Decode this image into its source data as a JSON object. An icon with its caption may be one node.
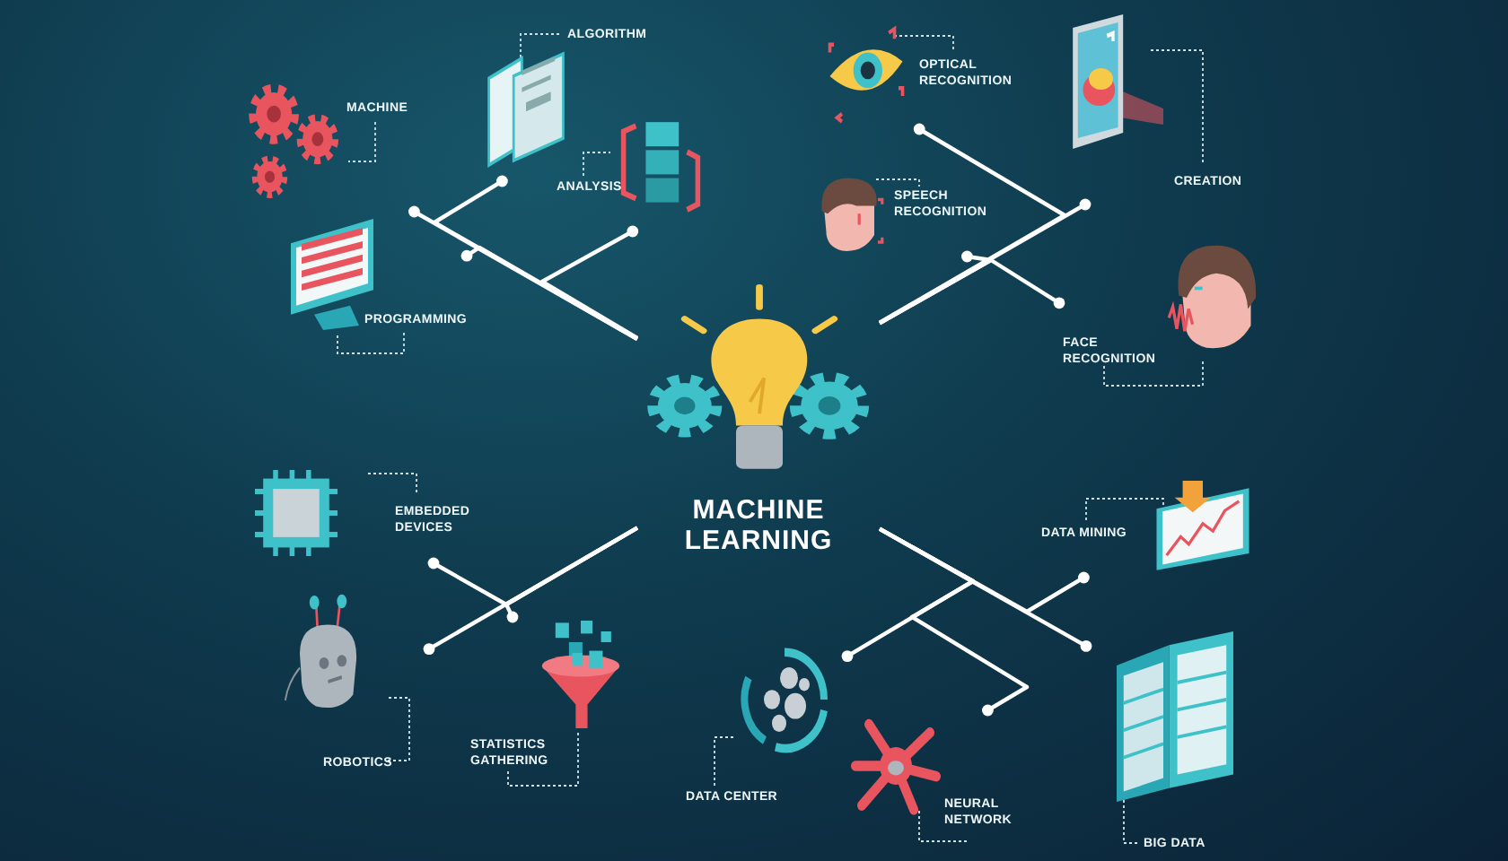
{
  "diagram": {
    "nodes": [
      {
        "text": [
          "MACHINE LEARNING"
        ]
      },
      {
        "text": [
          "MACHINE"
        ]
      },
      {
        "text": [
          "ALGORITHM"
        ]
      },
      {
        "text": [
          "ANALYSIS"
        ]
      },
      {
        "text": [
          "PROGRAMMING"
        ]
      },
      {
        "text": [
          "OPTICAL RECOGNITION"
        ]
      },
      {
        "text": [
          "SPEECH RECOGNITION"
        ]
      },
      {
        "text": [
          "CREATION"
        ]
      },
      {
        "text": [
          "FACE RECOGNITION"
        ]
      },
      {
        "text": [
          "EMBEDDED DEVICES"
        ]
      },
      {
        "text": [
          "ROBOTICS"
        ]
      },
      {
        "text": [
          "STATISTICS GATHERING"
        ]
      },
      {
        "text": [
          "DATA MINING"
        ]
      },
      {
        "text": [
          "DATA CENTER"
        ]
      },
      {
        "text": [
          "NEURAL NETWORK"
        ]
      },
      {
        "text": [
          "BIG DATA"
        ]
      }
    ],
    "edges": [
      {
        "from": 0,
        "to": 1,
        "arrow": "other"
      },
      {
        "from": 0,
        "to": 2,
        "arrow": "other"
      },
      {
        "from": 0,
        "to": 3,
        "arrow": "other"
      },
      {
        "from": 0,
        "to": 4,
        "arrow": "other"
      },
      {
        "from": 0,
        "to": 5,
        "arrow": "other"
      },
      {
        "from": 0,
        "to": 6,
        "arrow": "other"
      },
      {
        "from": 0,
        "to": 7,
        "arrow": "other"
      },
      {
        "from": 0,
        "to": 8,
        "arrow": "other"
      },
      {
        "from": 0,
        "to": 9,
        "arrow": "other"
      },
      {
        "from": 0,
        "to": 10,
        "arrow": "other"
      },
      {
        "from": 0,
        "to": 11,
        "arrow": "other"
      },
      {
        "from": 0,
        "to": 12,
        "arrow": "other"
      },
      {
        "from": 0,
        "to": 13,
        "arrow": "other"
      },
      {
        "from": 0,
        "to": 14,
        "arrow": "other"
      },
      {
        "from": 0,
        "to": 15,
        "arrow": "other"
      }
    ]
  }
}
